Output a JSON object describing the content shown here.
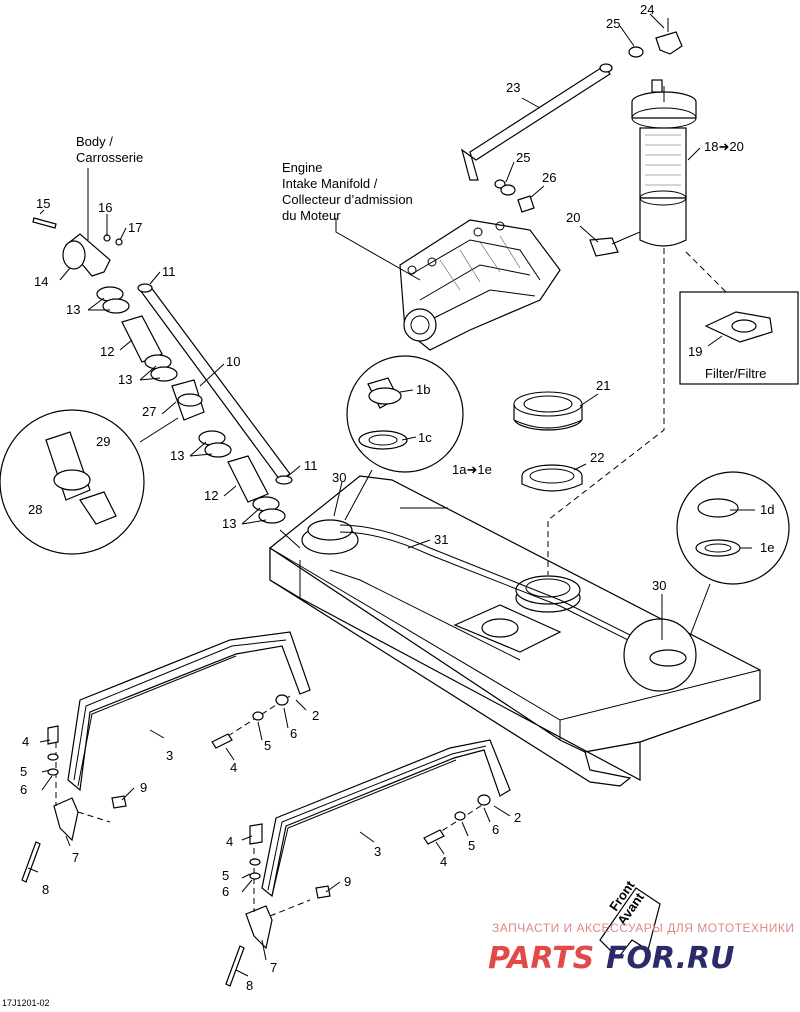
{
  "parts": {
    "p1b": "1b",
    "p1c": "1c",
    "p1a1e": "1a➜1e",
    "p1d": "1d",
    "p1e": "1e",
    "p2a": "2",
    "p2b": "2",
    "p3a": "3",
    "p3b": "3",
    "p4a": "4",
    "p4b": "4",
    "p4c": "4",
    "p4d": "4",
    "p5a": "5",
    "p5b": "5",
    "p5c": "5",
    "p5d": "5",
    "p6a": "6",
    "p6b": "6",
    "p6c": "6",
    "p6d": "6",
    "p7a": "7",
    "p7b": "7",
    "p8a": "8",
    "p8b": "8",
    "p9a": "9",
    "p9b": "9",
    "p10": "10",
    "p11a": "11",
    "p11b": "11",
    "p12a": "12",
    "p12b": "12",
    "p13a": "13",
    "p13b": "13",
    "p13c": "13",
    "p13d": "13",
    "p14": "14",
    "p15": "15",
    "p16": "16",
    "p17": "17",
    "p1820": "18➜20",
    "p19": "19",
    "p20": "20",
    "p21": "21",
    "p22": "22",
    "p23": "23",
    "p24": "24",
    "p25a": "25",
    "p25b": "25",
    "p26": "26",
    "p27": "27",
    "p28": "28",
    "p29": "29",
    "p30a": "30",
    "p30b": "30",
    "p31": "31"
  },
  "labels": {
    "body_line1": "Body /",
    "body_line2": "Carrosserie",
    "engine_line1": "Engine",
    "engine_line2": "Intake Manifold /",
    "engine_line3": "Collecteur d’admission",
    "engine_line4": "du Moteur",
    "filter": "Filter/Filtre",
    "front_line1": "Front",
    "front_line2": "Avant"
  },
  "drawing_code": "17J1201-02",
  "watermark": {
    "top": "ЗАПЧАСТИ И АКСЕССУАРЫ ДЛЯ МОТОТЕХНИКИ",
    "brand_left": "PARTS",
    "brand_right": "FOR.RU"
  }
}
